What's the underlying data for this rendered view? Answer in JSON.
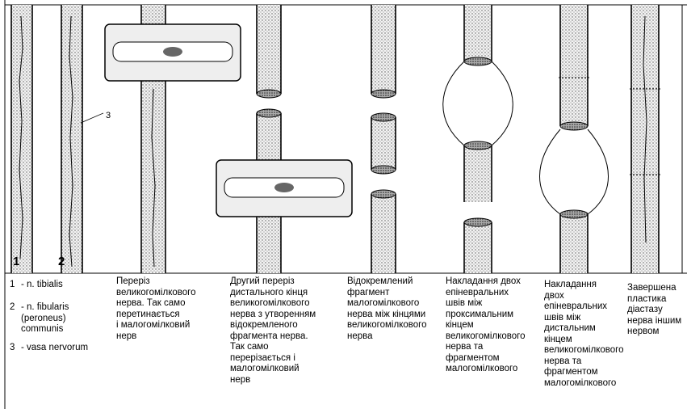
{
  "legend": [
    {
      "num": "1",
      "text": "- n. tibialis"
    },
    {
      "num": "2",
      "text": "- n. fibularis\n(peroneus)\ncommunis"
    },
    {
      "num": "3",
      "text": "- vasa nervorum"
    }
  ],
  "figure_labels": {
    "one": "1",
    "two": "2",
    "three": "3"
  },
  "captions": [
    "Переріз\nвеликогомілкового\nнерва. Так само\nперетинається\nі малогомілковий\nнерв",
    "Другий переріз\nдистального кінця\nвеликогомілкового\nнерва з утворенням\nвідокремленого\nфрагмента нерва.\nТак само\nперерізається і\nмалогомілковий\nнерв",
    "Відокремлений\nфрагмент\nмалогомілкового\nнерва між кінцями\nвеликогомілкового\nнерва",
    "Накладання двох\nепіневральних\nшвів між\nпроксимальним\nкінцем\nвеликогомілкового\nнерва та\nфрагментом\nмалогомілкового",
    "Накладання\nдвох\nепіневральних\nшвів між\nдистальним\nкінцем\nвеликогомілкового\nнерва та\nфрагментом\nмалогомілкового",
    "Завершена\nпластика\nдіастазу\nнерва іншим\nнервом"
  ]
}
